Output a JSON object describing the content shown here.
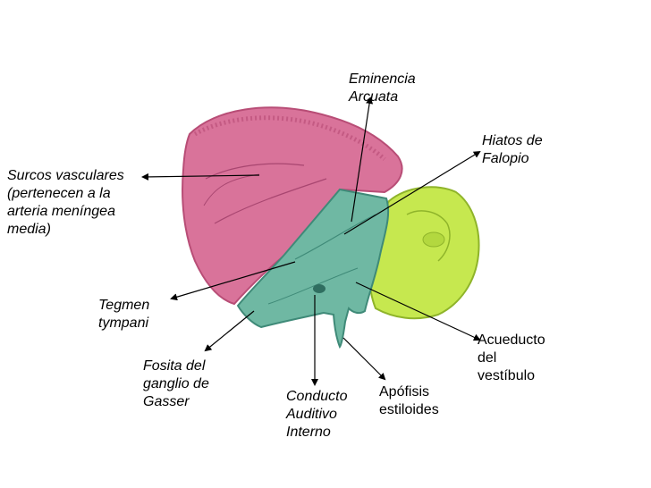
{
  "colors": {
    "squamous_part": "#d9739a",
    "squamous_dark": "#b84d76",
    "petrous_part": "#6fb8a3",
    "petrous_dark": "#3f8a78",
    "mastoid_part": "#c6e84f",
    "mastoid_dark": "#8fb42a",
    "leader_line": "#000000",
    "text": "#000000"
  },
  "labels": {
    "eminencia_arcuata": [
      "Eminencia",
      "Arcuata"
    ],
    "hiatos_de_falopio": [
      "Hiatos de",
      "Falopio"
    ],
    "surcos_vasculares": [
      "Surcos vasculares",
      "(pertenecen a la",
      "arteria meníngea",
      "media)"
    ],
    "tegmen_tympani": [
      "Tegmen",
      "tympani"
    ],
    "acueducto_del_vestibulo": [
      "Acueducto",
      "del",
      "vestíbulo"
    ],
    "fosita_del_ganglio": [
      "Fosita del",
      "ganglio de",
      "Gasser"
    ],
    "conducto_auditivo": [
      "Conducto",
      "Auditivo",
      "Interno"
    ],
    "apofisis_estiloides": [
      "Apófisis",
      "estiloides"
    ]
  }
}
